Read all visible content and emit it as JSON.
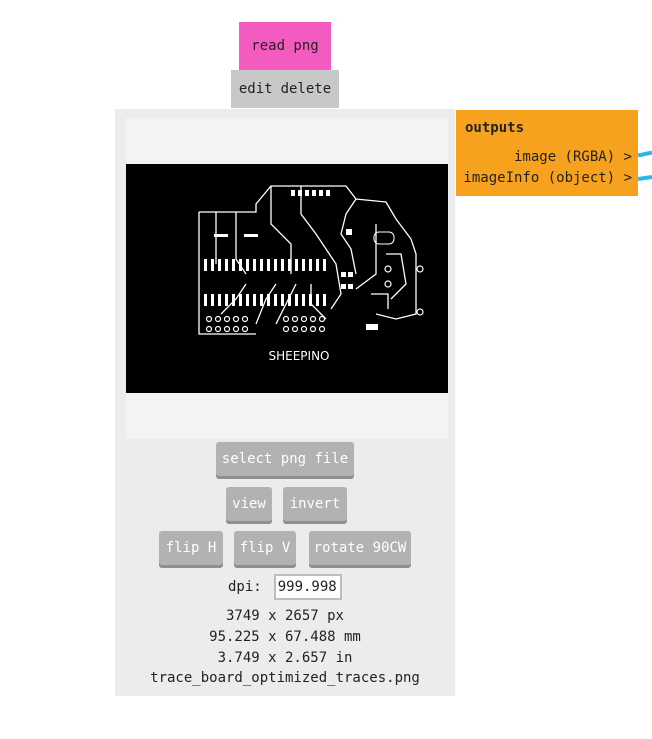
{
  "node": {
    "title": "read png",
    "actions": {
      "edit": "edit",
      "delete": "delete"
    }
  },
  "preview": {
    "board_label": "SHEEPINO"
  },
  "buttons": {
    "select_file": "select png file",
    "view": "view",
    "invert": "invert",
    "flip_h": "flip H",
    "flip_v": "flip V",
    "rotate": "rotate 90CW"
  },
  "dpi": {
    "label": "dpi:",
    "value": "999.998"
  },
  "info": {
    "pixels": "3749 x 2657 px",
    "mm": "95.225 x 67.488 mm",
    "inches": "3.749 x 2.657 in",
    "filename": "trace_board_optimized_traces.png"
  },
  "outputs": {
    "header": "outputs",
    "ports": [
      {
        "label": "image (RGBA) >"
      },
      {
        "label": "imageInfo (object) >"
      }
    ]
  },
  "colors": {
    "title_bg": "#f45bc0",
    "actions_bg": "#c8c8c8",
    "outputs_bg": "#f6a21e",
    "wire": "#29b6e8",
    "button_bg": "#b2b2b2"
  }
}
